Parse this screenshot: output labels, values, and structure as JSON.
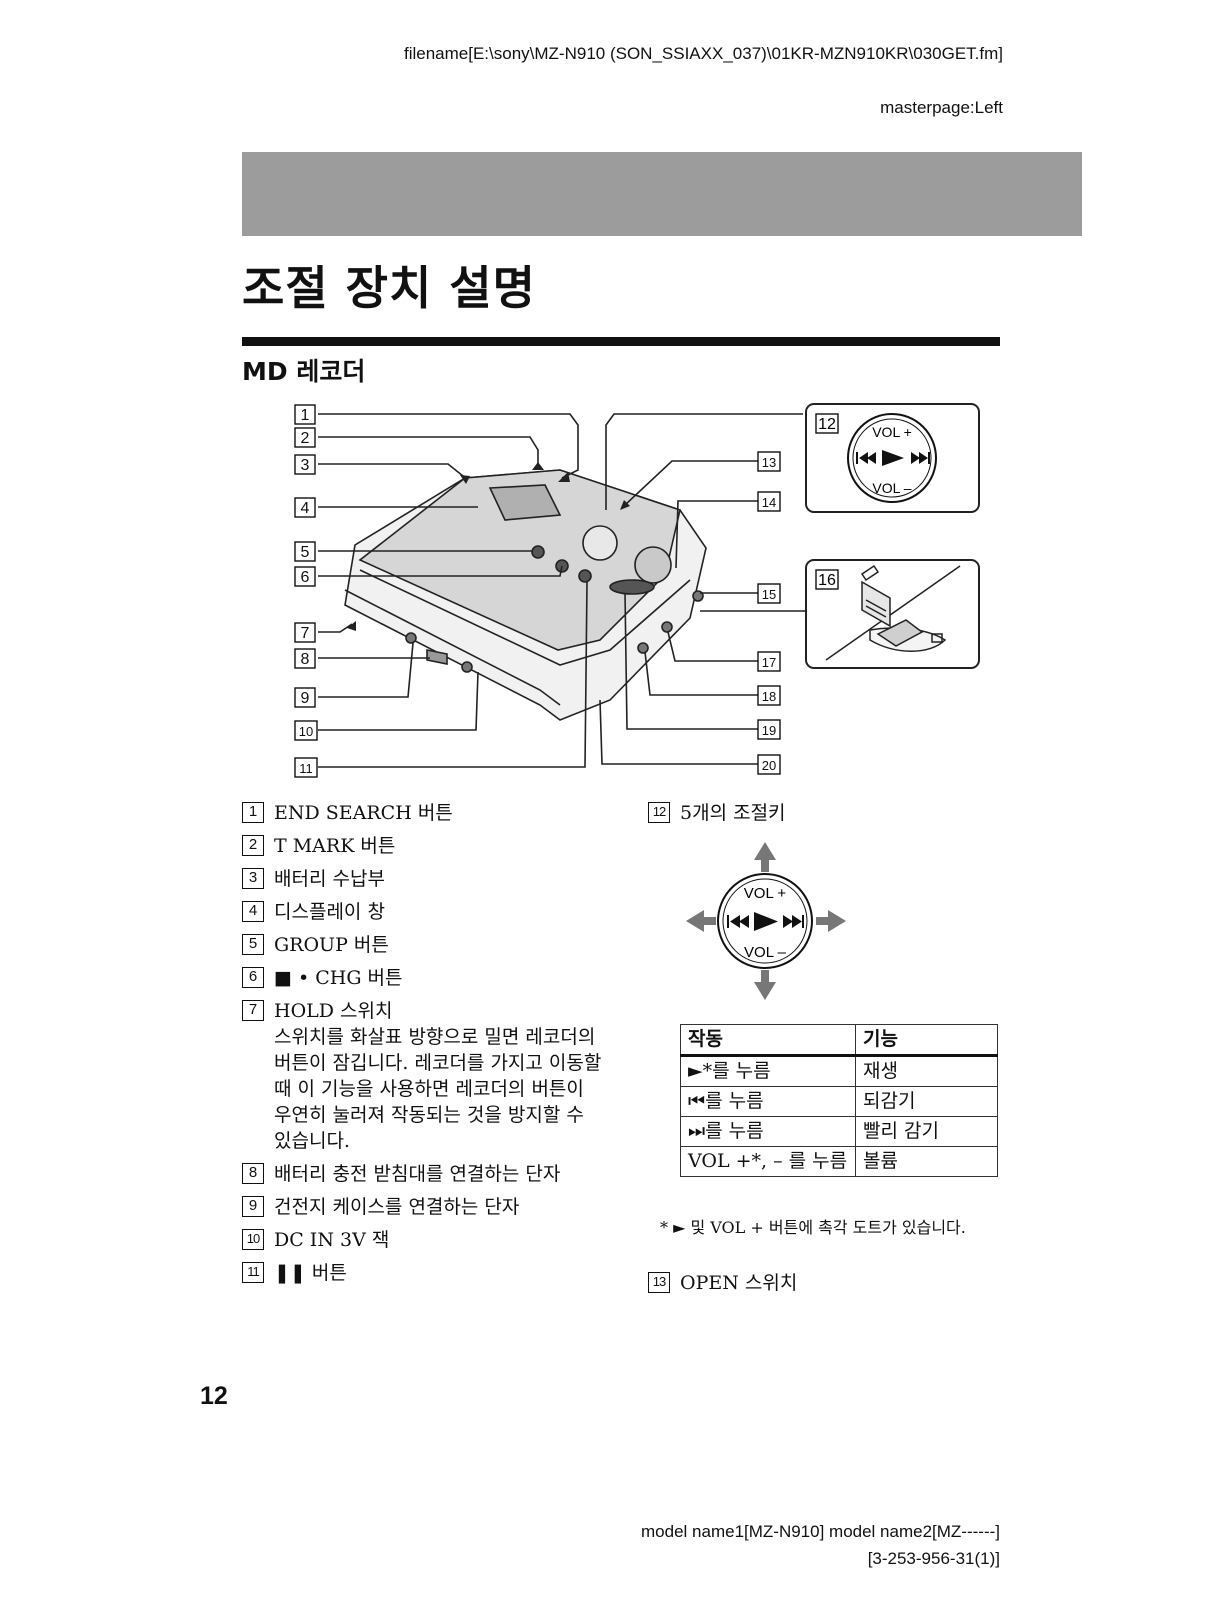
{
  "header": {
    "filename": "filename[E:\\sony\\MZ-N910 (SON_SSIAXX_037)\\01KR-MZN910KR\\030GET.fm]",
    "masterpage": "masterpage:Left"
  },
  "section_title": "조절 장치 설명",
  "subsection_title": "MD 레코더",
  "diagram": {
    "callout_numbers": [
      "1",
      "2",
      "3",
      "4",
      "5",
      "6",
      "7",
      "8",
      "9",
      "10",
      "11",
      "12",
      "13",
      "14",
      "15",
      "16",
      "17",
      "18",
      "19",
      "20"
    ],
    "vol_plus_label": "VOL +",
    "vol_minus_label": "VOL –"
  },
  "items_left": [
    {
      "num": "1",
      "label": "END SEARCH 버튼"
    },
    {
      "num": "2",
      "label": "T MARK 버튼"
    },
    {
      "num": "3",
      "label": "배터리 수납부"
    },
    {
      "num": "4",
      "label": "디스플레이 창"
    },
    {
      "num": "5",
      "label": "GROUP 버튼"
    },
    {
      "num": "6",
      "label": "■ • CHG 버튼"
    },
    {
      "num": "7",
      "label": "HOLD 스위치",
      "desc": "스위치를 화살표 방향으로 밀면 레코더의 버튼이 잠깁니다. 레코더를 가지고 이동할 때 이 기능을 사용하면 레코더의 버튼이 우연히 눌러져 작동되는 것을 방지할 수 있습니다."
    },
    {
      "num": "8",
      "label": "배터리 충전 받침대를 연결하는 단자"
    },
    {
      "num": "9",
      "label": "건전지 케이스를 연결하는 단자"
    },
    {
      "num": "10",
      "label": "DC IN 3V 잭"
    },
    {
      "num": "11",
      "label": "❚❚ 버튼"
    }
  ],
  "item12": {
    "num": "12",
    "label": "5개의 조절키"
  },
  "table": {
    "headers": [
      "작동",
      "기능"
    ],
    "rows": [
      [
        "►*를 누름",
        "재생"
      ],
      [
        "⏮를 누름",
        "되감기"
      ],
      [
        "⏭를 누름",
        "빨리 감기"
      ],
      [
        "VOL +*, – 를 누름",
        "볼륨"
      ]
    ]
  },
  "footnote": "* ► 및 VOL + 버튼에 촉각 도트가 있습니다.",
  "item13": {
    "num": "13",
    "label": "OPEN 스위치"
  },
  "page_number": "12",
  "footer": {
    "line1": "model name1[MZ-N910] model name2[MZ------]",
    "line2": "[3-253-956-31(1)]"
  }
}
